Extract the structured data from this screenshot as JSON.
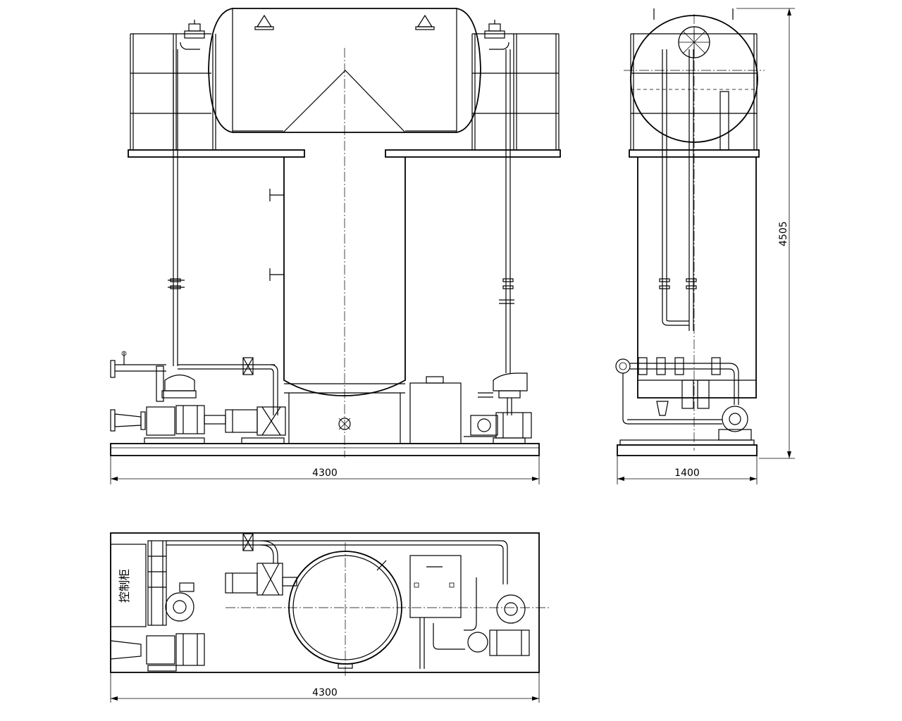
{
  "dimensions": {
    "front_width": "4300",
    "side_width": "1400",
    "overall_height": "4505",
    "plan_width": "4300"
  },
  "labels": {
    "control_cabinet": "控制柜"
  },
  "colors": {
    "line": "#000000",
    "background": "#ffffff"
  }
}
